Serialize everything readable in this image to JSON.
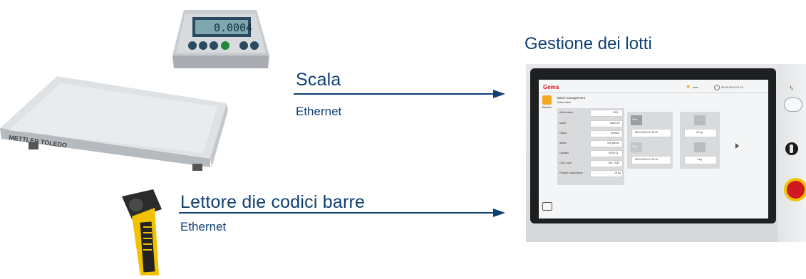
{
  "links": [
    {
      "label": "Scala",
      "connection": "Ethernet"
    },
    {
      "label": "Lettore die codici barre",
      "connection": "Ethernet"
    }
  ],
  "target": {
    "title": "Gestione dei lotti"
  },
  "scale": {
    "terminal_display": "0.0004",
    "brand": "METTLER TOLEDO"
  },
  "hmi": {
    "brand": "Gema",
    "user": "user",
    "datetime": "30.02.2019 07:12",
    "title": "Batch management",
    "subtitle": "Active batch",
    "nav_label": "Statistics",
    "rows": [
      {
        "label": "Active batch",
        "value": "H111"
      },
      {
        "label": "Name",
        "value": "batch 02"
      },
      {
        "label": "Object",
        "value": "shelves"
      },
      {
        "label": "Active",
        "value": "100 pieces"
      },
      {
        "label": "Duration",
        "value": "00:00:11"
      },
      {
        "label": "Color code",
        "value": "Ral. 7035"
      },
      {
        "label": "Powder consumption",
        "value": "16 kg"
      }
    ],
    "start_label": "Start",
    "stop_label": "Stop",
    "start_time": "28.02.2019 07:19:23",
    "stop_time": "28.02.2019 07:19:44",
    "plus_label": "+",
    "minus_label": "-",
    "weight_top": "20 kg",
    "weight_bottom": "4 kg"
  },
  "colors": {
    "primary": "#0f3f73",
    "accent": "#f5a623",
    "reader_yellow": "#f2c200",
    "estop_red": "#d0191e"
  }
}
